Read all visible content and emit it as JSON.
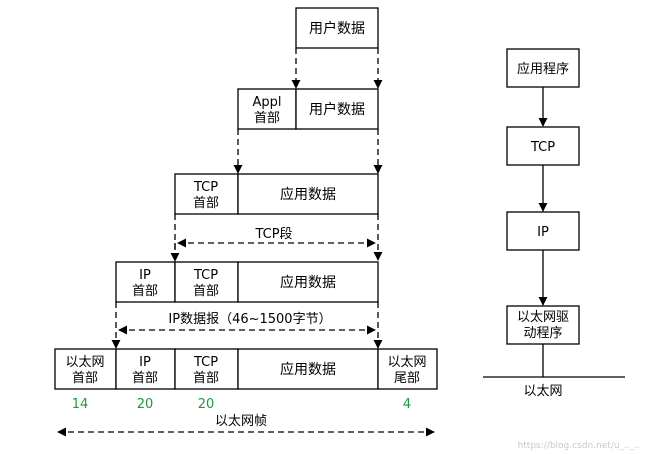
{
  "encapsulation": {
    "row1": {
      "user_data": "用户数据"
    },
    "row2": {
      "appl_header_line1": "Appl",
      "appl_header_line2": "首部",
      "user_data": "用户数据"
    },
    "row3": {
      "tcp_header_line1": "TCP",
      "tcp_header_line2": "首部",
      "app_data": "应用数据"
    },
    "tcp_segment_label": "TCP段",
    "row4": {
      "ip_header_line1": "IP",
      "ip_header_line2": "首部",
      "tcp_header_line1": "TCP",
      "tcp_header_line2": "首部",
      "app_data": "应用数据"
    },
    "ip_datagram_label": "IP数据报（46~1500字节）",
    "row5": {
      "eth_header_line1": "以太网",
      "eth_header_line2": "首部",
      "ip_header_line1": "IP",
      "ip_header_line2": "首部",
      "tcp_header_line1": "TCP",
      "tcp_header_line2": "首部",
      "app_data": "应用数据",
      "eth_trailer_line1": "以太网",
      "eth_trailer_line2": "尾部"
    },
    "sizes": {
      "eth_header": "14",
      "ip_header": "20",
      "tcp_header": "20",
      "eth_trailer": "4"
    },
    "ethernet_frame_label": "以太网帧"
  },
  "stack": {
    "application": "应用程序",
    "tcp": "TCP",
    "ip": "IP",
    "driver_line1": "以太网驱",
    "driver_line2": "动程序",
    "medium": "以太网"
  },
  "watermark": "https://blog.csdn.net/u_.._.."
}
